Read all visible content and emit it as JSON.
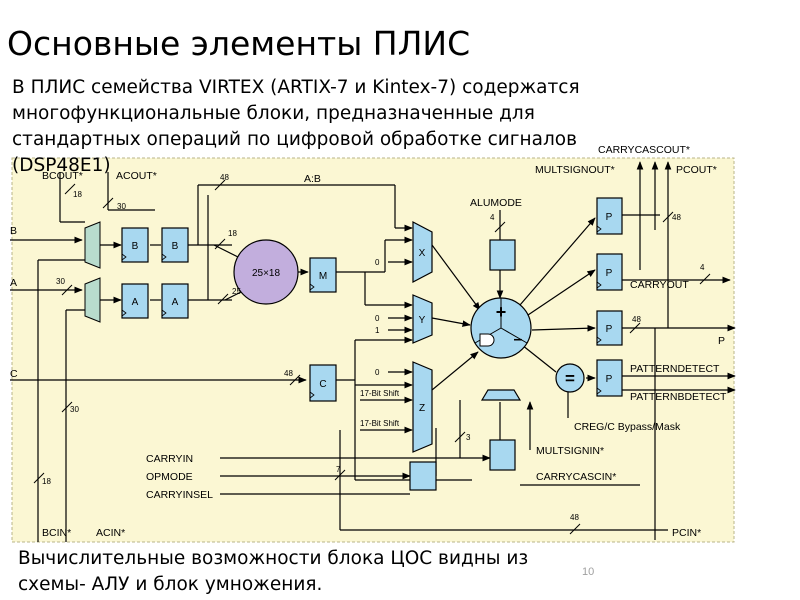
{
  "slide": {
    "title": "Основные элементы ПЛИС",
    "intro_lines": [
      "В ПЛИС семейства VIRTEX (ARTIX-7 и Kintex-7) содержатся",
      "многофункциональные блоки, предназначенные для",
      "стандартных операций по цифровой обработке сигналов",
      "(DSP48E1)"
    ],
    "footer_lines": [
      "Вычислительные возможности блока ЦОС видны из",
      "схемы- АЛУ и блок умножения."
    ],
    "page_number": "10"
  },
  "diagram": {
    "colors": {
      "background": "#fbf7d3",
      "register": "#a8d8f0",
      "multiplier": "#c2aedd",
      "alu": "#a8d8f0",
      "mux": "#a8d8f0",
      "preadder": "#b8dccd",
      "pattern_detect": "#a8d8f0"
    },
    "inputs": {
      "b": "B",
      "a": "A",
      "c": "C",
      "carryin": "CARRYIN",
      "opmode": "OPMODE",
      "carryinsel": "CARRYINSEL"
    },
    "registers": {
      "b1": "B",
      "b2": "B",
      "a1": "A",
      "a2": "A",
      "m": "M",
      "c": "C",
      "p1": "P",
      "p2": "P",
      "p3": "P",
      "p4": "P"
    },
    "multiplier": "25×18",
    "muxes": {
      "x": "X",
      "y": "Y",
      "z": "Z"
    },
    "alu": {
      "plus": "+",
      "minus": "–"
    },
    "equal_symbol": "=",
    "outputs": {
      "carrycascout": "CARRYCASCOUT*",
      "multsignout": "MULTSIGNOUT*",
      "pcout": "PCOUT*",
      "carryout": "CARRYOUT",
      "p": "P",
      "patterndetect": "PATTERNDETECT",
      "patternbdetect": "PATTERNBDETECT"
    },
    "signals": {
      "alumode": "ALUMODE",
      "ab": "A:B",
      "bcout": "BCOUT*",
      "acout": "ACOUT*",
      "bcin": "BCIN*",
      "acin": "ACIN*",
      "pcin": "PCIN*",
      "multsignin": "MULTSIGNIN*",
      "carrycascin": "CARRYCASCIN*",
      "creg_mask": "CREG/C Bypass/Mask",
      "shift17_a": "17-Bit Shift",
      "shift17_b": "17-Bit Shift"
    },
    "constants": {
      "x0": "0",
      "y0": "0",
      "y1": "1",
      "z0": "0"
    },
    "bus_widths": {
      "w18_top": "18",
      "w30_top": "30",
      "w48_ab": "48",
      "w18_mid": "18",
      "w25": "25",
      "w30_a": "30",
      "w48_c": "48",
      "w30_left": "30",
      "w18_left": "18",
      "w4_alu": "4",
      "w3": "3",
      "w7": "7",
      "w48_p": "48",
      "w48_pcout": "48",
      "w4_carry": "4",
      "w48_pcin": "48"
    }
  }
}
